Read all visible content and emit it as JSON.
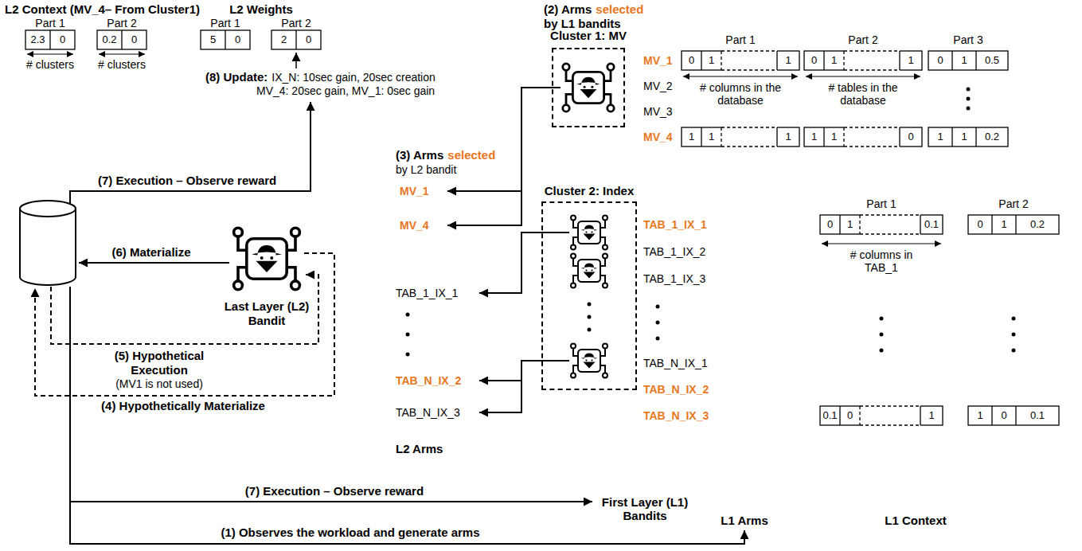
{
  "diagram": {
    "nodes": [
      {
        "text": [
          "Cluster 1: MV"
        ]
      },
      {
        "text": [
          "Cluster 2: Index"
        ]
      },
      {
        "text": [
          "Last Layer (L2) Bandit"
        ]
      }
    ],
    "labels": [
      "L2 Context (MV_4– From Cluster1)",
      "Part 1",
      "Part 2",
      "2.3",
      "0",
      "0.2",
      "0",
      "# clusters",
      "# clusters",
      "L2 Weights",
      "Part 1",
      "Part 2",
      "5",
      "0",
      "2",
      "0",
      "(8) Update:",
      "IX_N: 10sec gain, 20sec creation",
      "MV_4: 20sec gain, MV_1: 0sec gain",
      "(2) Arms",
      "selected",
      "by L1 bandits",
      "Part 1",
      "Part 2",
      "Part 3",
      "MV_1",
      "0",
      "1",
      "1",
      "0",
      "1",
      "1",
      "0",
      "1",
      "0.5",
      "# columns in the database",
      "# tables in the database",
      "MV_2",
      "MV_3",
      "MV_4",
      "1",
      "1",
      "1",
      "1",
      "1",
      "0",
      "1",
      "1",
      "0.2",
      "(7) Execution – Observe reward",
      "(3) Arms",
      "selected",
      "by L2 bandit",
      "MV_1",
      "MV_4",
      "Part 1",
      "Part 2",
      "TAB_1_IX_1",
      "0",
      "1",
      "0.1",
      "0",
      "1",
      "0.2",
      "# columns in TAB_1",
      "TAB_1_IX_2",
      "TAB_1_IX_3",
      "(6) Materialize",
      "TAB_1_IX_1",
      "TAB_N_IX_1",
      "(5) Hypothetical",
      "Execution",
      "(MV1 is not used)",
      "TAB_N_IX_2",
      "TAB_N_IX_2",
      "(4) Hypothetically Materialize",
      "TAB_N_IX_3",
      "L2 Arms",
      "TAB_N_IX_3",
      "0.1",
      "0",
      "1",
      "1",
      "0",
      "0.1",
      "(7) Execution – Observe reward",
      "First Layer (L1) Bandits",
      "L1 Arms",
      "L1 Context",
      "(1) Observes the workload and generate arms"
    ]
  }
}
